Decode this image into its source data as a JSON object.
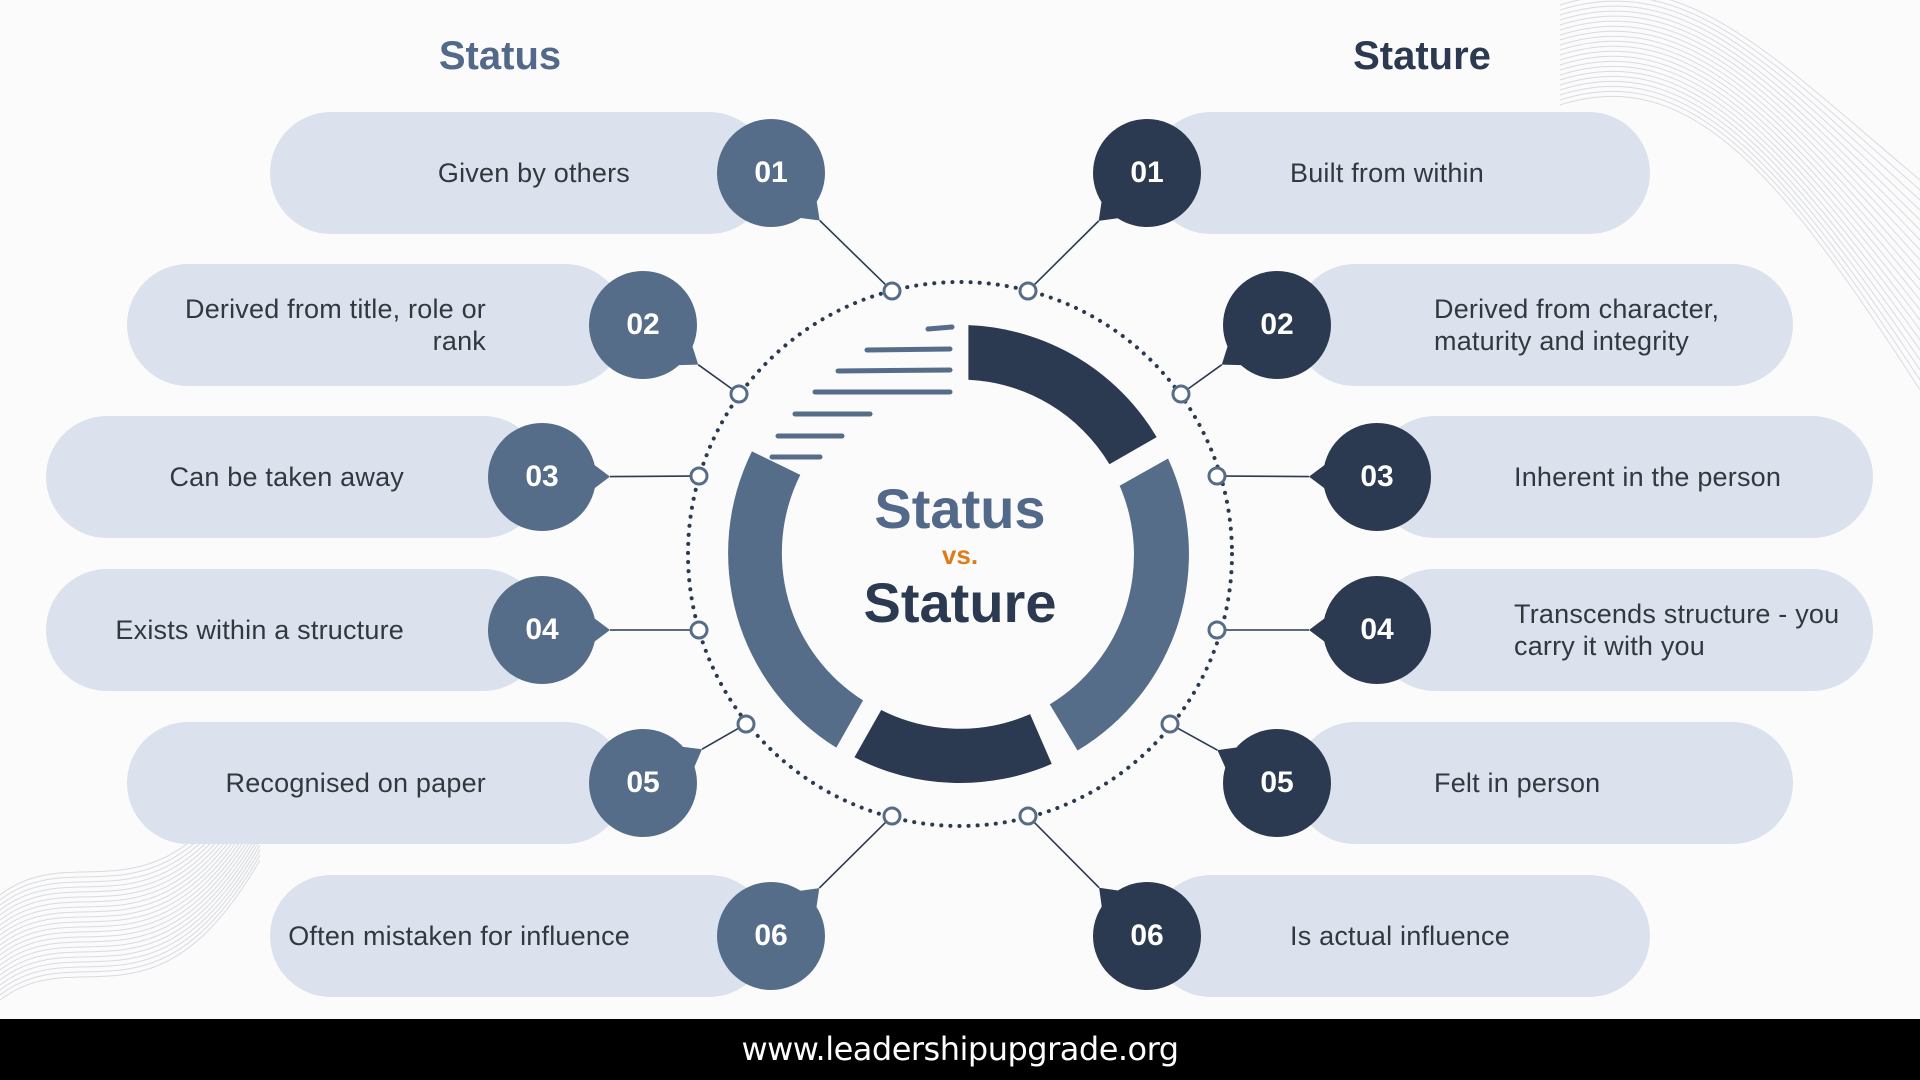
{
  "titles": {
    "left": "Status",
    "right": "Stature"
  },
  "center": {
    "status": "Status",
    "vs": "vs.",
    "stature": "Stature"
  },
  "status_items": [
    {
      "num": "01",
      "text": "Given by others"
    },
    {
      "num": "02",
      "text": "Derived from title, role or rank"
    },
    {
      "num": "03",
      "text": "Can be taken away"
    },
    {
      "num": "04",
      "text": "Exists within a structure"
    },
    {
      "num": "05",
      "text": "Recognised on paper"
    },
    {
      "num": "06",
      "text": "Often mistaken for influence"
    }
  ],
  "stature_items": [
    {
      "num": "01",
      "text": "Built from within"
    },
    {
      "num": "02",
      "text": "Derived from character,\nmaturity and integrity"
    },
    {
      "num": "03",
      "text": "Inherent in the person"
    },
    {
      "num": "04",
      "text": "Transcends structure - you\ncarry it with you"
    },
    {
      "num": "05",
      "text": "Felt in person"
    },
    {
      "num": "06",
      "text": "Is actual influence"
    }
  ],
  "footer": "www.leadershipupgrade.org",
  "colors": {
    "status": "#566d8a",
    "stature": "#2b3a50",
    "pill": "#dbe2ed",
    "accent": "#e07b1a"
  }
}
